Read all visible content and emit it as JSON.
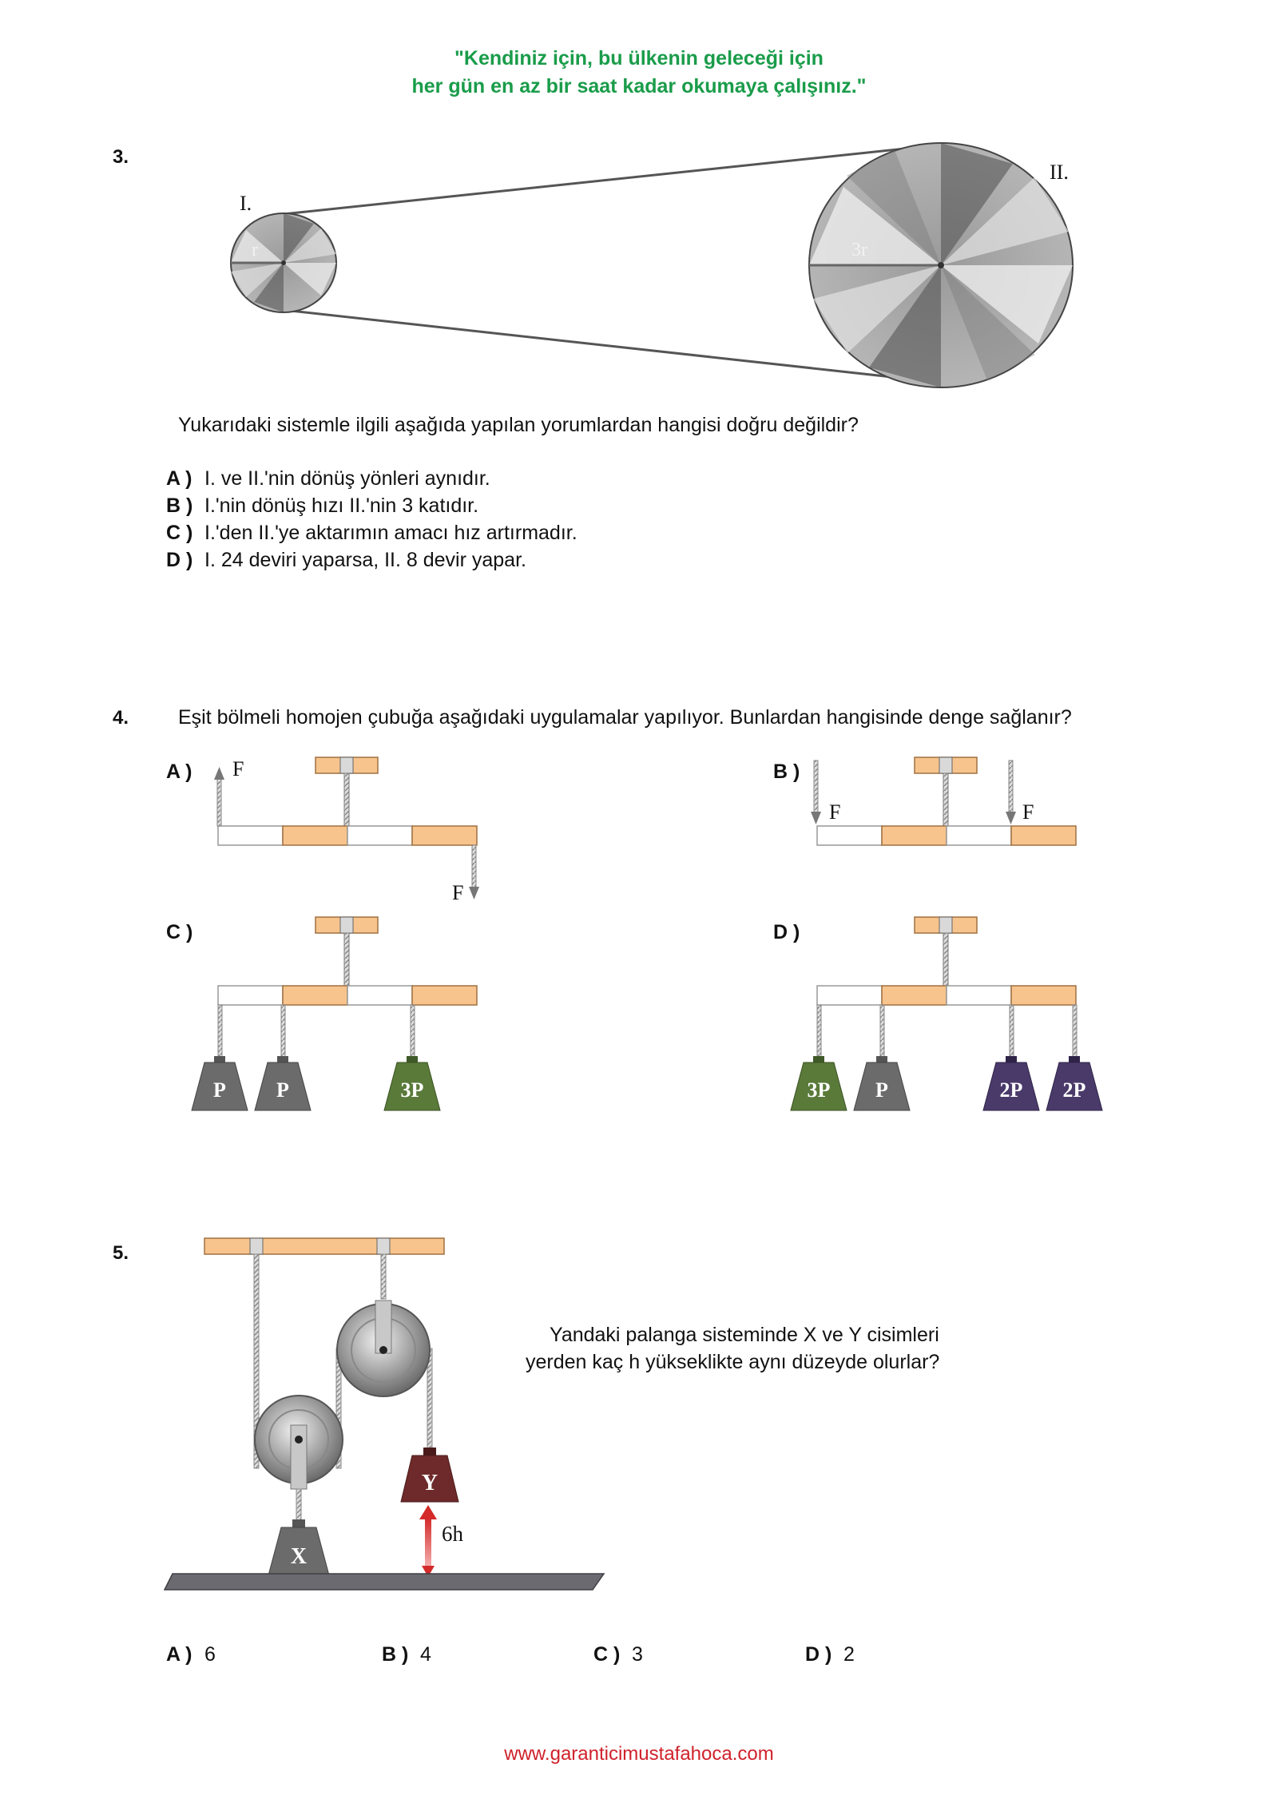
{
  "header": {
    "quote_line1": "\"Kendiniz için, bu ülkenin geleceği için",
    "quote_line2": "her gün en az bir saat kadar okumaya çalışınız.\""
  },
  "q3": {
    "number": "3.",
    "pulley_small_name": "I.",
    "pulley_large_name": "II.",
    "radius_small": "r",
    "radius_large": "3r",
    "question": "Yukarıdaki sistemle ilgili aşağıda yapılan yorumlardan hangisi doğru değildir?",
    "options": [
      {
        "letter": "A )",
        "text": "I. ve II.'nin dönüş yönleri aynıdır."
      },
      {
        "letter": "B )",
        "text": "I.'nin dönüş hızı II.'nin 3 katıdır."
      },
      {
        "letter": "C )",
        "text": "I.'den II.'ye aktarımın amacı hız artırmadır."
      },
      {
        "letter": "D )",
        "text": "I. 24 deviri yaparsa, II. 8 devir yapar."
      }
    ]
  },
  "q4": {
    "number": "4.",
    "question": "Eşit bölmeli homojen çubuğa aşağıdaki uygulamalar yapılıyor. Bunlardan hangisinde denge sağlanır?",
    "labels": {
      "a": "A )",
      "b": "B )",
      "c": "C )",
      "d": "D )"
    },
    "force_label": "F",
    "weights_c": [
      "P",
      "P",
      "3P"
    ],
    "weights_d": [
      "3P",
      "P",
      "2P",
      "2P"
    ]
  },
  "q5": {
    "number": "5.",
    "question_line1": "Yandaki palanga sisteminde X ve Y cisimleri",
    "question_line2": "yerden kaç h yükseklikte aynı düzeyde olurlar?",
    "mass_x": "X",
    "mass_y": "Y",
    "height_label": "6h",
    "options": [
      {
        "letter": "A )",
        "value": "6"
      },
      {
        "letter": "B )",
        "value": "4"
      },
      {
        "letter": "C )",
        "value": "3"
      },
      {
        "letter": "D )",
        "value": "2"
      }
    ]
  },
  "footer": {
    "url": "www.garanticimustafahoca.com"
  },
  "colors": {
    "quote": "#1a9c4a",
    "footer": "#d0222b",
    "bar_orange": "#f7c48e",
    "weight_gray": "#6b6b6b",
    "weight_green": "#5a7a3a",
    "weight_purple": "#4a3a6a",
    "weight_maroon": "#6e2a2a"
  }
}
